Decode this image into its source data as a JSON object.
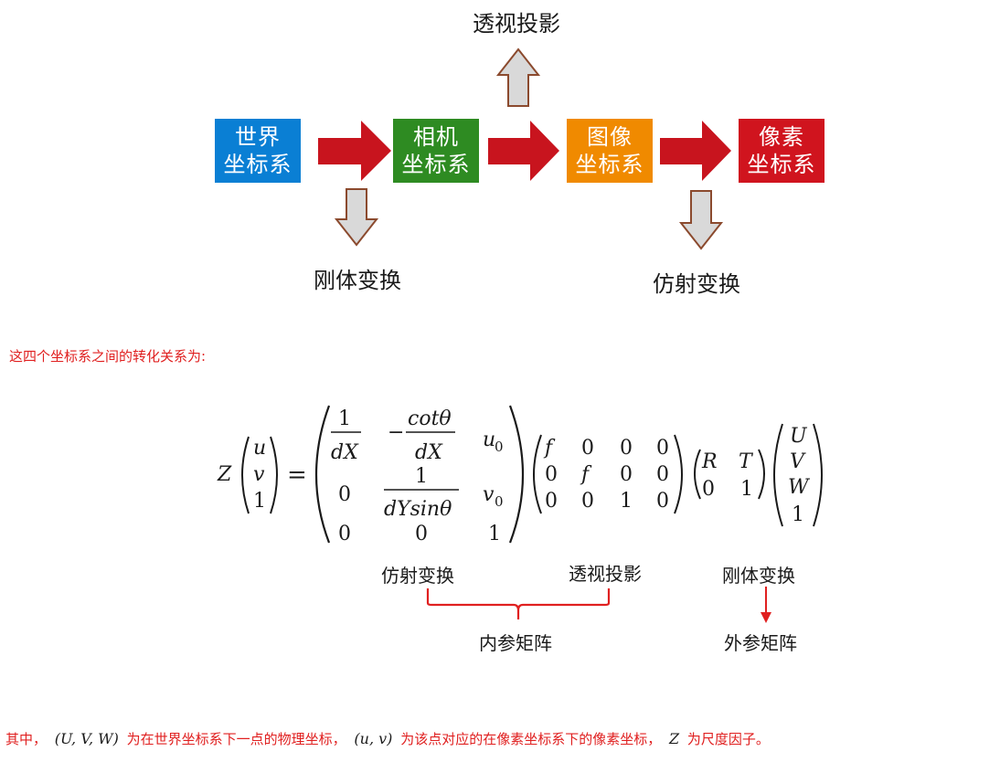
{
  "diagram": {
    "boxes": [
      {
        "line1": "世界",
        "line2": "坐标系",
        "color": "#0a7fd4"
      },
      {
        "line1": "相机",
        "line2": "坐标系",
        "color": "#2e8b22"
      },
      {
        "line1": "图像",
        "line2": "坐标系",
        "color": "#f08a00"
      },
      {
        "line1": "像素",
        "line2": "坐标系",
        "color": "#d0141e"
      }
    ],
    "label_perspective": "透视投影",
    "label_rigid": "刚体变换",
    "label_affine": "仿射变换"
  },
  "text_intro": "这四个坐标系之间的转化关系为:",
  "annotations": {
    "affine": "仿射变换",
    "perspective": "透视投影",
    "rigid": "刚体变换",
    "intrinsic": "内参矩阵",
    "extrinsic": "外参矩阵"
  },
  "footer": {
    "p1": "其中，",
    "m1": "(U, V, W)",
    "p2": "为在世界坐标系下一点的物理坐标，",
    "m2": "(u, v)",
    "p3": "为该点对应的在像素坐标系下的像素坐标，",
    "m3": "Z",
    "p4": "为尺度因子。"
  },
  "equation": {
    "lhs_scale": "Z",
    "lhs_vec": [
      "u",
      "v",
      "1"
    ],
    "eq": "=",
    "K": {
      "r1": [
        "1",
        "dX",
        "−",
        "cotθ",
        "dX",
        "u",
        "0"
      ],
      "r2": [
        "0",
        "1",
        "dYsinθ",
        "v",
        "0"
      ],
      "r3": [
        "0",
        "0",
        "1"
      ]
    },
    "P": [
      [
        "f",
        "0",
        "0",
        "0"
      ],
      [
        "0",
        "f",
        "0",
        "0"
      ],
      [
        "0",
        "0",
        "1",
        "0"
      ]
    ],
    "RT": [
      [
        "R",
        "T"
      ],
      [
        "0",
        "1"
      ]
    ],
    "world": [
      "U",
      "V",
      "W",
      "1"
    ]
  }
}
